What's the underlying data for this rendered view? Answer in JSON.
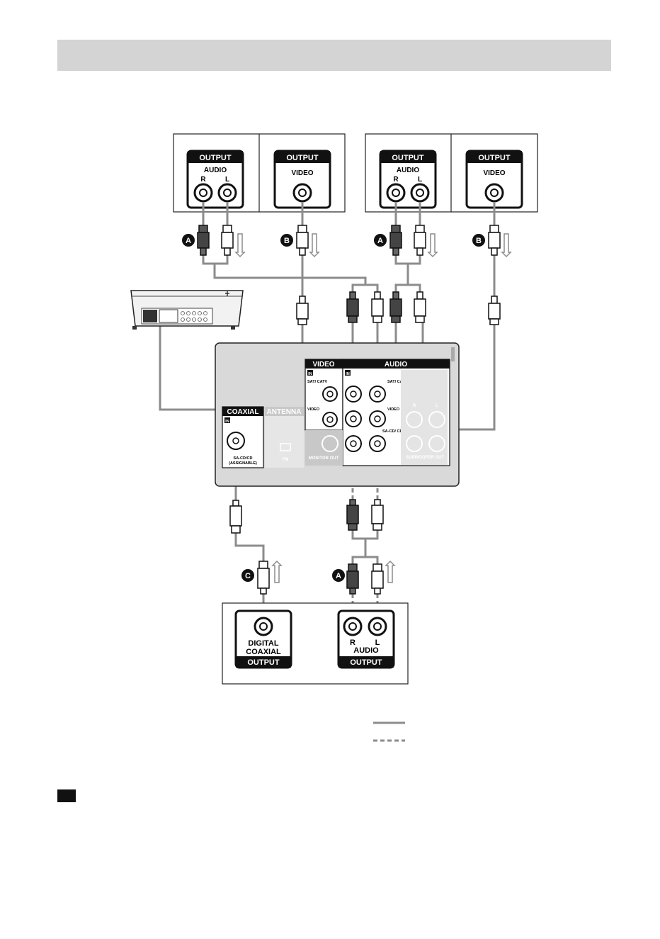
{
  "jacks": {
    "output": "OUTPUT",
    "audio": "AUDIO",
    "video": "VIDEO",
    "r": "R",
    "l": "L",
    "digital": "DIGITAL",
    "coaxial": "COAXIAL"
  },
  "markers": {
    "a": "A",
    "b": "B",
    "c": "C"
  },
  "receiver": {
    "video_header": "VIDEO",
    "audio_header": "AUDIO",
    "coaxial_header": "COAXIAL",
    "antenna_header": "ANTENNA",
    "in_badge": "IN",
    "sat_catv": "SAT/ CATV",
    "sat_catv_b": "SAT/ CATV",
    "video_jack": "VIDEO",
    "video_jack_b": "VIDEO",
    "sa_cd_cd": "SA-CD/ CD",
    "coax_jack": "SA-CD/CD",
    "assignable": "(ASSIGNABLE)",
    "fm": "FM",
    "monitor_out": "MONITOR OUT",
    "sub_r": "R",
    "sub_l": "L",
    "subwoofer_out": "SUBWOOFER OUT"
  },
  "colors": {
    "cable": "#8c8c8c",
    "panel": "#d9d9d9",
    "label_bg": "#1a1a1a",
    "header_bar": "#d4d4d4"
  },
  "legend": {
    "solid_line": "solid",
    "dashed_line": "dashed"
  }
}
